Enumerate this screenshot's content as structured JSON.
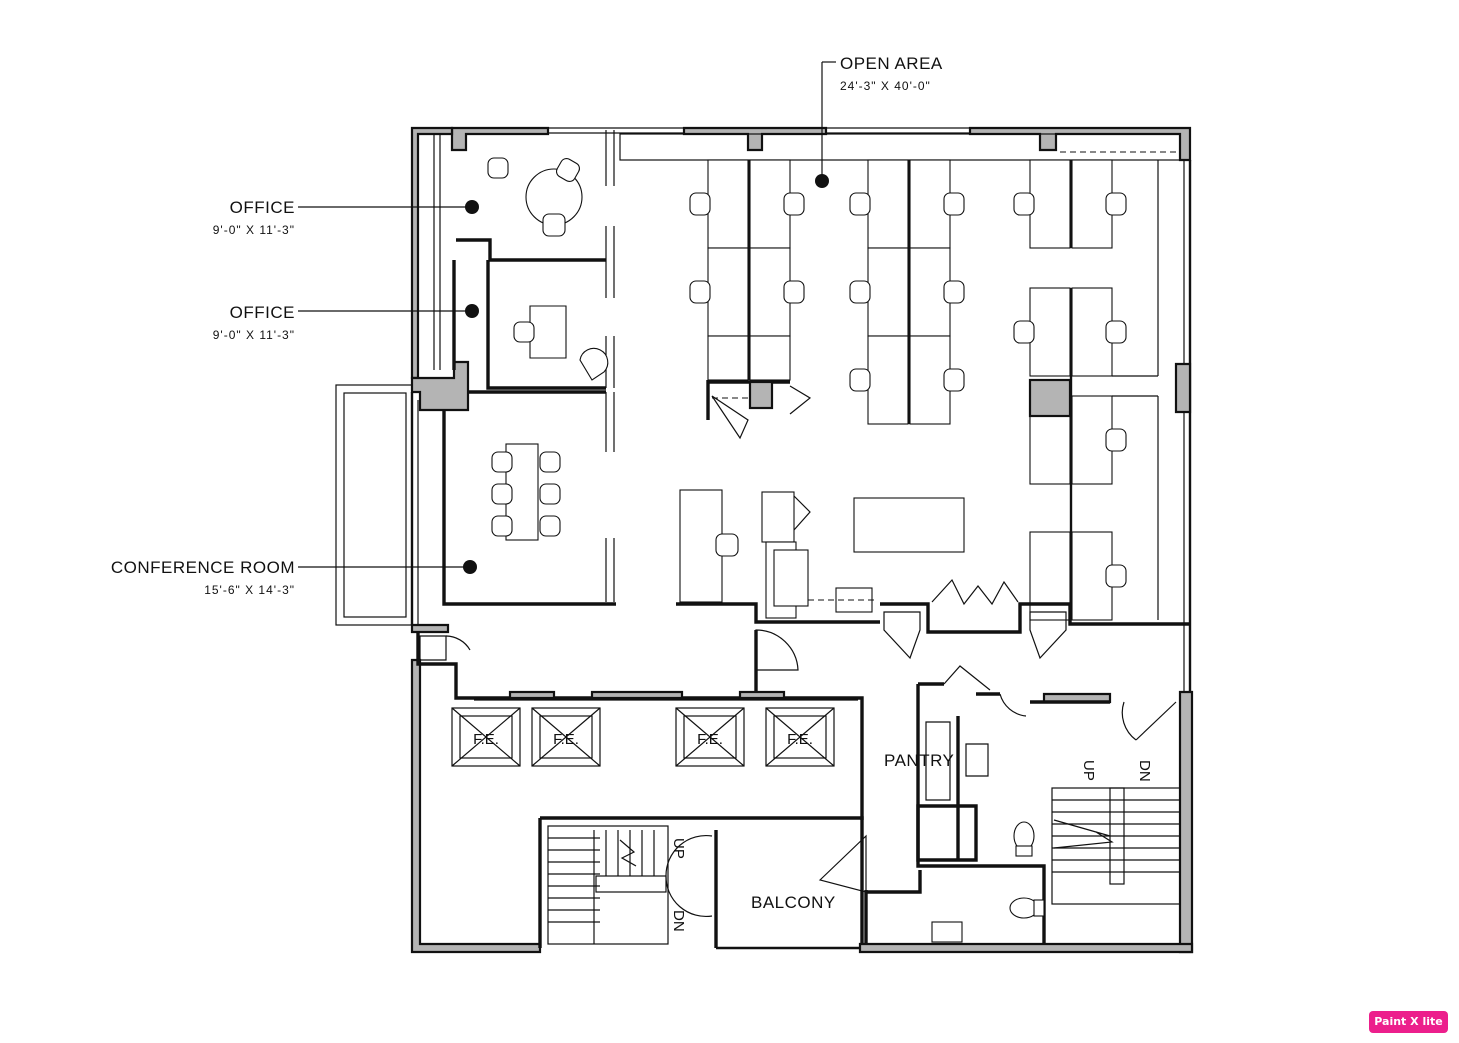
{
  "labels": {
    "open_area": {
      "name": "OPEN AREA",
      "size": "24'-3\" X 40'-0\""
    },
    "office_1": {
      "name": "OFFICE",
      "size": "9'-0\" X 11'-3\""
    },
    "office_2": {
      "name": "OFFICE",
      "size": "9'-0\" X 11'-3\""
    },
    "conference": {
      "name": "CONFERENCE ROOM",
      "size": "15'-6\" X 14'-3\""
    },
    "pantry": "PANTRY",
    "balcony": "BALCONY",
    "fe": "F.E.",
    "up": "UP",
    "dn": "DN"
  },
  "badge": "Paint X lite"
}
